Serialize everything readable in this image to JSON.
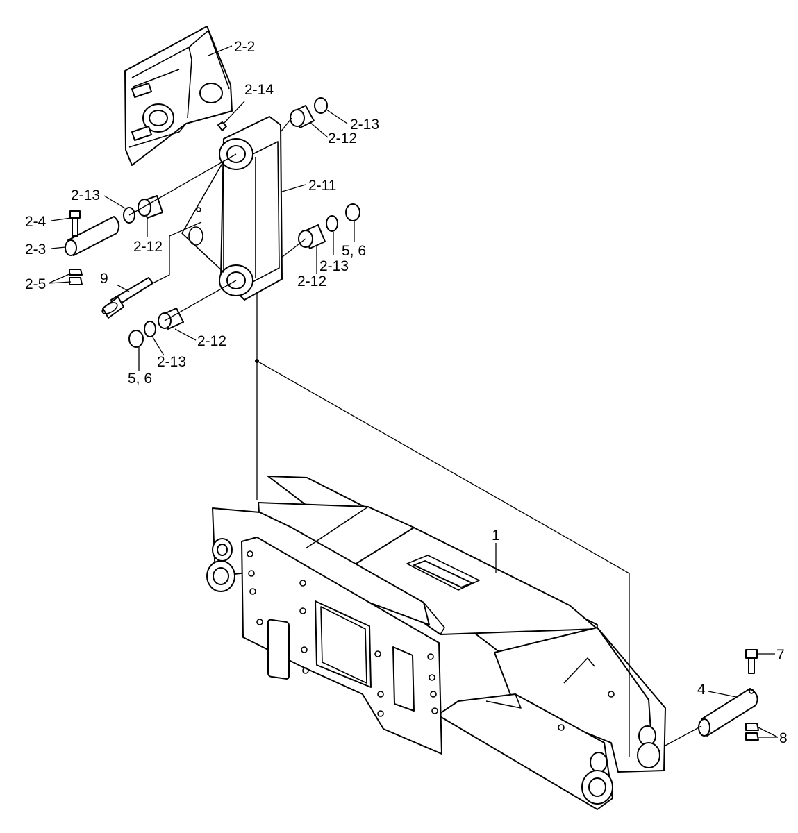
{
  "callouts": {
    "c_2_2": "2-2",
    "c_2_14": "2-14",
    "c_2_13_top": "2-13",
    "c_2_12_top": "2-12",
    "c_2_11": "2-11",
    "c_2_13_left": "2-13",
    "c_2_4": "2-4",
    "c_2_3": "2-3",
    "c_2_12_left": "2-12",
    "c_2_5": "2-5",
    "c_5_6_right": "5, 6",
    "c_2_13_right": "2-13",
    "c_2_12_right": "2-12",
    "c_9": "9",
    "c_2_12_bottom": "2-12",
    "c_2_13_bottom": "2-13",
    "c_5_6_bottom": "5, 6",
    "c_1": "1",
    "c_7": "7",
    "c_4": "4",
    "c_8": "8"
  }
}
